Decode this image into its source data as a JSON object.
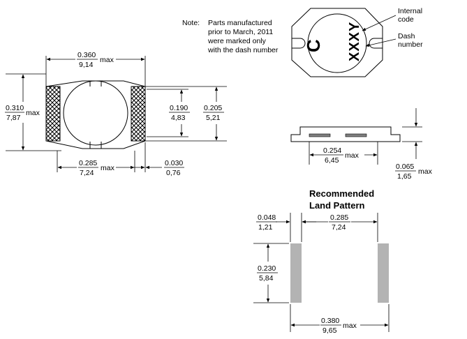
{
  "note": {
    "prefix": "Note:",
    "lines": [
      "Parts manufactured",
      "prior to March, 2011",
      "were marked only",
      "with the dash number"
    ]
  },
  "marking": {
    "internal_code_label": [
      "Internal",
      "code"
    ],
    "dash_number_label": [
      "Dash",
      "number"
    ],
    "code_char": "C",
    "dash_text": "XXXY"
  },
  "dims": {
    "width_top": {
      "in": "0.360",
      "mm": "9,14",
      "suffix": "max"
    },
    "height_left": {
      "in": "0.310",
      "mm": "7,87",
      "suffix": "max"
    },
    "inner_height": {
      "in": "0.190",
      "mm": "4,83"
    },
    "outer_height": {
      "in": "0.205",
      "mm": "5,21"
    },
    "width_bottom": {
      "in": "0.285",
      "mm": "7,24",
      "suffix": "max"
    },
    "term_width": {
      "in": "0.030",
      "mm": "0,76"
    },
    "side_width": {
      "in": "0.254",
      "mm": "6,45",
      "suffix": "max"
    },
    "side_height": {
      "in": "0.065",
      "mm": "1,65",
      "suffix": "max"
    }
  },
  "land": {
    "title": [
      "Recommended",
      "Land Pattern"
    ],
    "pad_width": {
      "in": "0.048",
      "mm": "1,21"
    },
    "pad_gap": {
      "in": "0.285",
      "mm": "7,24"
    },
    "pad_height": {
      "in": "0.230",
      "mm": "5,84"
    },
    "total_width": {
      "in": "0.380",
      "mm": "9,65",
      "suffix": "max"
    }
  },
  "colors": {
    "pad_fill": "#b3b3b3",
    "line": "#000000"
  }
}
